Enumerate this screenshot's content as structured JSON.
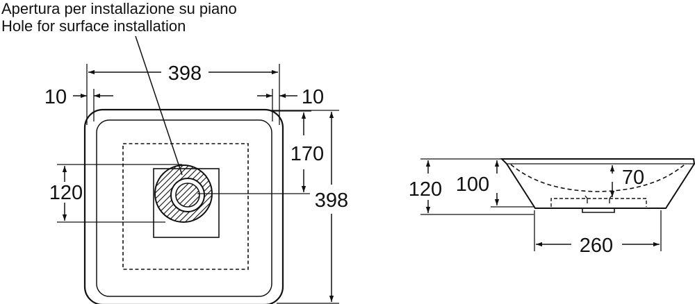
{
  "caption": {
    "line1": "Apertura per installazione su piano",
    "line2": "Hole for surface installation"
  },
  "top_view": {
    "width_label": "398",
    "margin_left_label": "10",
    "margin_right_label": "10",
    "offset_170_label": "170",
    "height_label": "398",
    "hole_width_label": "120"
  },
  "side_view": {
    "height_total_label": "120",
    "height_basin_label": "100",
    "depth_label": "70",
    "base_width_label": "260"
  }
}
